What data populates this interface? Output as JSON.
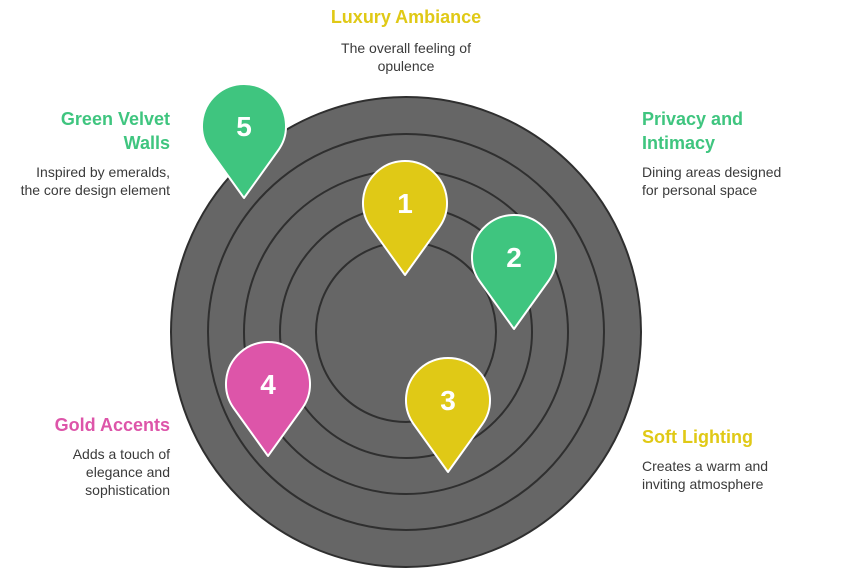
{
  "colors": {
    "yellow": "#E0C916",
    "green": "#3FC57F",
    "pink": "#DD55A9",
    "ring_fill": "#666666",
    "ring_stroke": "#2f2f2f",
    "desc_text": "#3a3a3a"
  },
  "labels": [
    {
      "title": "Luxury Ambiance",
      "desc": [
        "The overall feeling of",
        "opulence"
      ],
      "color": "yellow"
    },
    {
      "title": "Privacy and Intimacy",
      "title_lines": [
        "Privacy and",
        "Intimacy"
      ],
      "desc": [
        "Dining areas designed",
        "for personal space"
      ],
      "color": "green"
    },
    {
      "title": "Soft Lighting",
      "desc": [
        "Creates a warm and",
        "inviting atmosphere"
      ],
      "color": "yellow"
    },
    {
      "title": "Gold Accents",
      "desc": [
        "Adds a touch of",
        "elegance and",
        "sophistication"
      ],
      "color": "pink"
    },
    {
      "title": "Green Velvet Walls",
      "title_lines": [
        "Green Velvet",
        "Walls"
      ],
      "desc": [
        "Inspired by emeralds,",
        "the core design element"
      ],
      "color": "green"
    }
  ],
  "pins": [
    {
      "number": "1",
      "color": "yellow"
    },
    {
      "number": "2",
      "color": "green"
    },
    {
      "number": "3",
      "color": "yellow"
    },
    {
      "number": "4",
      "color": "pink"
    },
    {
      "number": "5",
      "color": "green"
    }
  ]
}
